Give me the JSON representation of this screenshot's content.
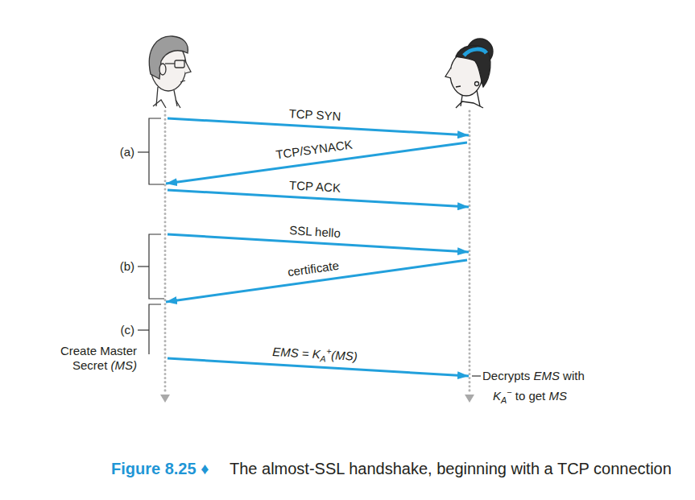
{
  "diagram": {
    "caption": "The almost-SSL handshake, beginning with a TCP connection",
    "labels": [
      "TCP SYN",
      "(a)",
      "TCP/SYNACK",
      "TCP ACK",
      "SSL hello",
      "(b)",
      "certificate",
      "(c)",
      "Create Master Secret",
      "(MS)",
      "EMS = K",
      "A",
      "+",
      "(MS)",
      "Decrypts",
      "EMS",
      "with",
      "K",
      "A",
      "−",
      "to get",
      "MS",
      "Figure 8.25 ♦"
    ]
  }
}
